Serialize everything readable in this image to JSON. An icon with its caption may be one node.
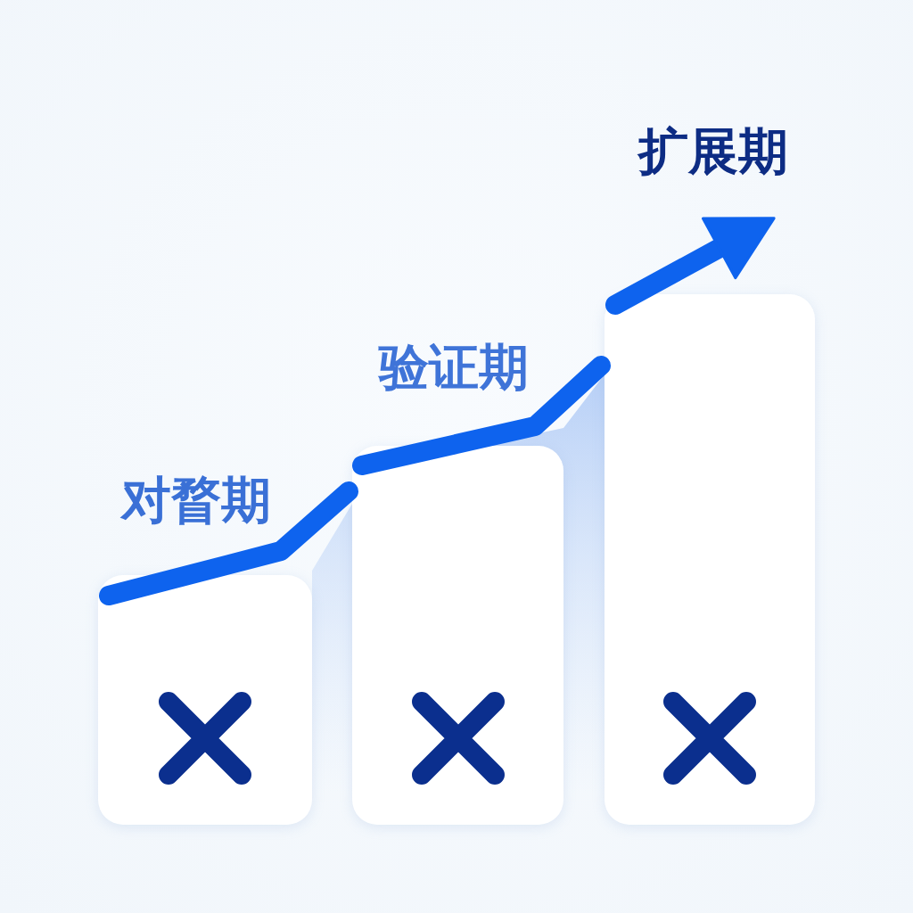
{
  "diagram": {
    "nodes": [
      {
        "text": [
          "对瞀期"
        ]
      },
      {
        "text": [
          "验证期"
        ]
      },
      {
        "text": [
          "扩展期"
        ]
      }
    ],
    "edges": [
      {
        "from": 0,
        "to": 1,
        "arrow": "none"
      },
      {
        "from": 1,
        "to": 2,
        "arrow": "none"
      },
      {
        "from": null,
        "to": 2,
        "arrow": "to"
      }
    ]
  }
}
